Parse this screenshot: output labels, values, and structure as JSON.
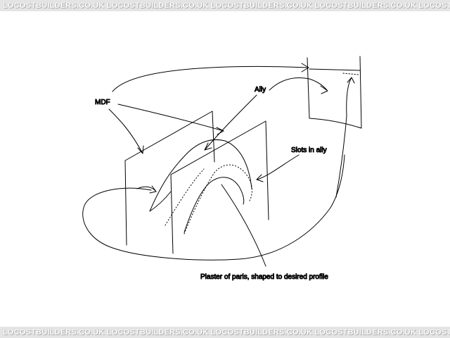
{
  "watermark": {
    "text": "LOCOSTBUILDERS.CO.UK",
    "strip_text": "LOCOSTBUILDERS.CO.UK  LOCOSTBUILDERS.CO.UK  LOCOSTBUILDERS.CO.UK  LOCOSTBUILDERS.CO.UK  LOCOSTBUILDERS.CO.UK  LOCOSTBUILDERS.CO.UK  LOCOSTBUILDERS.CO.UK"
  },
  "labels": {
    "mdf": "MDF",
    "ally": "Ally",
    "slots": "Slots in ally",
    "plaster": "Plaster of paris, shaped to desired profile"
  },
  "colors": {
    "ink": "#000000",
    "background": "#ffffff",
    "watermark_strip": "#e4e4e4"
  }
}
